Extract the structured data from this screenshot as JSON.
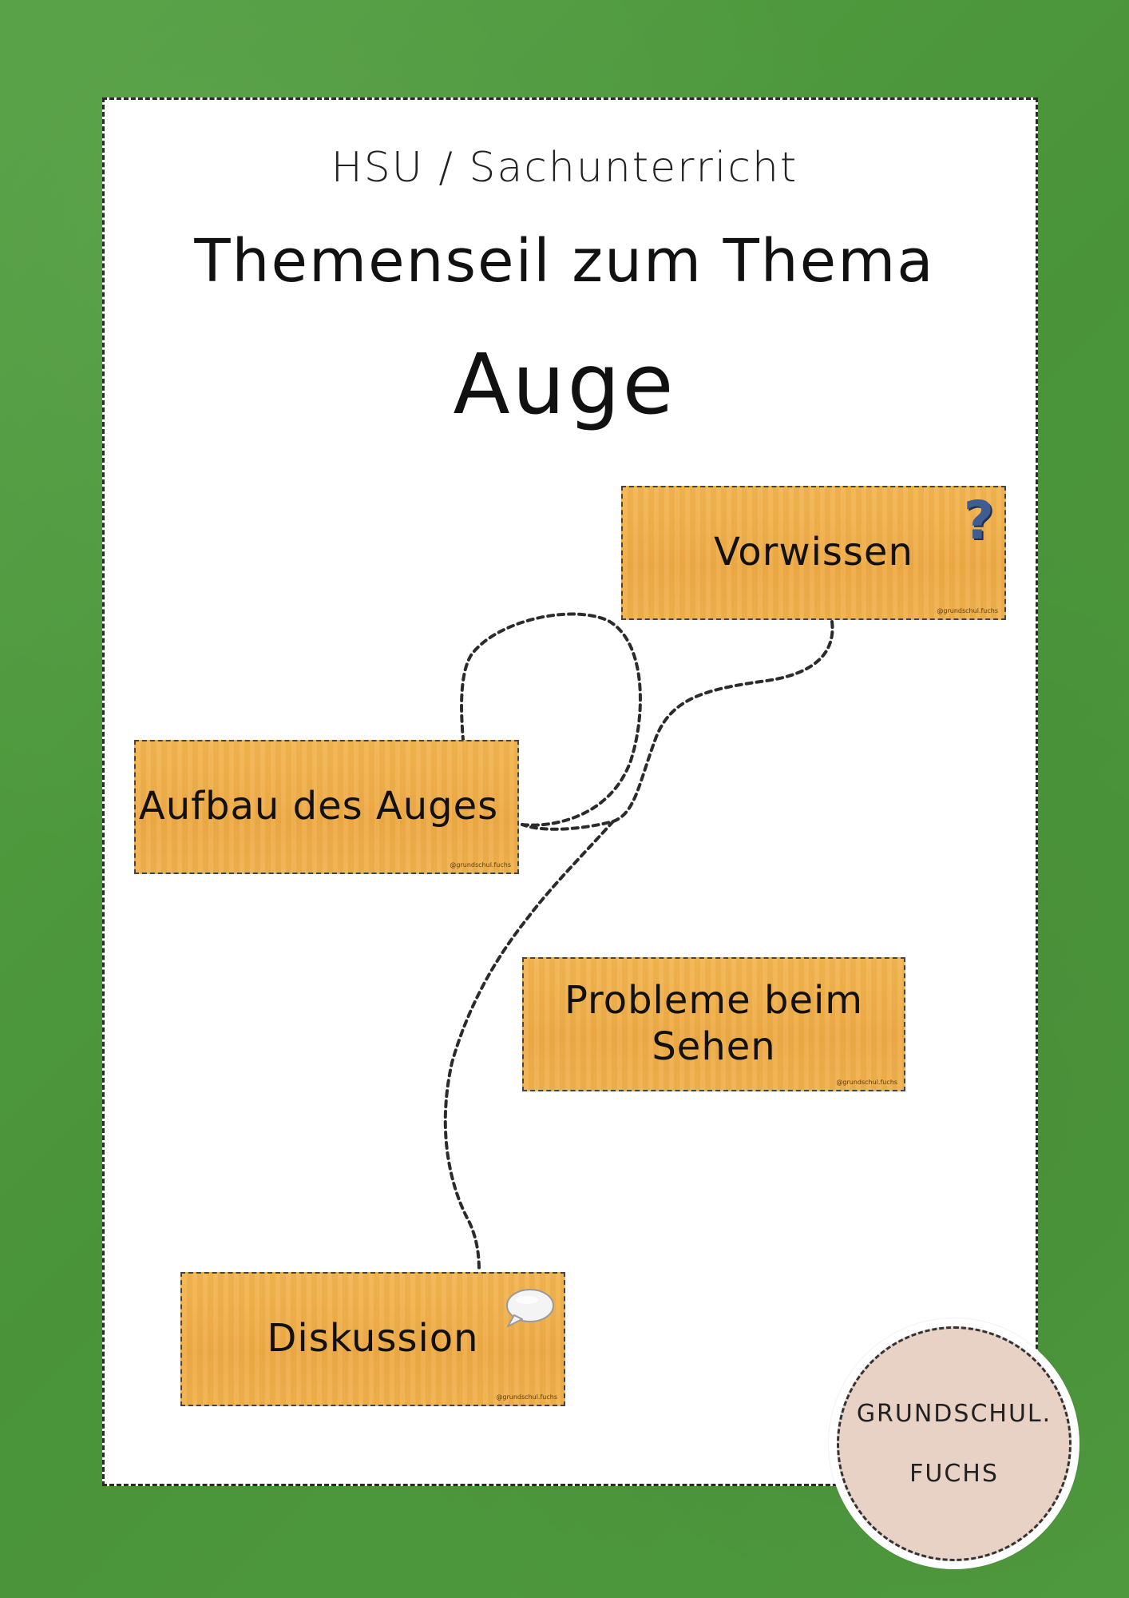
{
  "header": {
    "subject": "HSU / Sachunterricht",
    "headline": "Themenseil zum Thema",
    "topic": "Auge"
  },
  "cards": {
    "vorwissen": "Vorwissen",
    "aufbau": "Aufbau des Auges",
    "probleme_line1": "Probleme beim",
    "probleme_line2": "Sehen",
    "diskussion": "Diskussion",
    "credit": "@grundschul.fuchs"
  },
  "icons": {
    "vorwissen_icon": "question-mark-icon",
    "vorwissen_icon_text": "?",
    "diskussion_icon": "speech-bubble-icon"
  },
  "stamp": {
    "line1": "GRUNDSCHUL.",
    "line2": "FUCHS"
  },
  "colors": {
    "background": "#4f9a3f",
    "card": "#f0b04c",
    "question_mark": "#3d5d93",
    "stamp": "#e8d2c5"
  }
}
